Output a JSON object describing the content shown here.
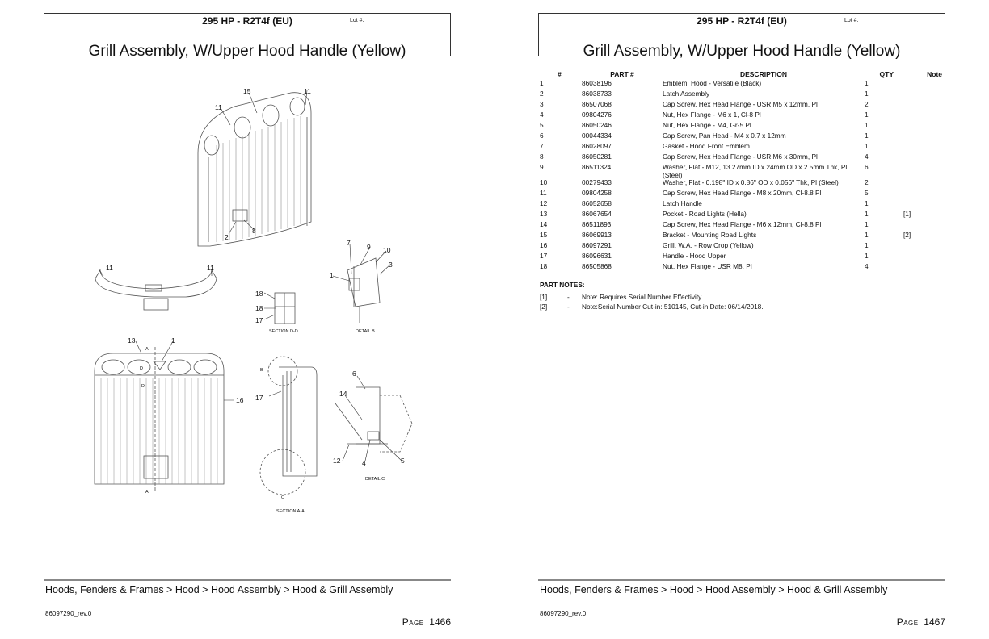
{
  "header": {
    "model": "295 HP - R2T4f (EU)",
    "lot_label": "Lot #:",
    "title": "Grill Assembly, W/Upper Hood Handle (Yellow)"
  },
  "footer": {
    "breadcrumb": "Hoods, Fenders & Frames > Hood > Hood Assembly > Hood & Grill Assembly",
    "doc_number": "86097290_rev.0",
    "page_label": "Page",
    "left_page": "1466",
    "right_page": "1467"
  },
  "drawing": {
    "callouts": [
      "15",
      "11",
      "11",
      "2",
      "8",
      "11",
      "11",
      "7",
      "9",
      "10",
      "3",
      "1",
      "18",
      "18",
      "17",
      "13",
      "1",
      "16",
      "17",
      "6",
      "14",
      "12",
      "4",
      "5"
    ],
    "view_labels": {
      "section_dd": "SECTION D-D",
      "detail_b": "DETAIL B",
      "section_aa": "SECTION A-A",
      "detail_c": "DETAIL C"
    },
    "letters": {
      "a": "A",
      "b": "B",
      "c": "C",
      "d": "D"
    }
  },
  "table": {
    "headers": {
      "num": "#",
      "part": "PART #",
      "desc": "DESCRIPTION",
      "qty": "QTY",
      "note": "Note"
    },
    "rows": [
      {
        "num": "1",
        "part": "86038196",
        "desc": "Emblem, Hood - Versatile (Black)",
        "qty": "1",
        "note": ""
      },
      {
        "num": "2",
        "part": "86038733",
        "desc": "Latch Assembly",
        "qty": "1",
        "note": ""
      },
      {
        "num": "3",
        "part": "86507068",
        "desc": "Cap Screw, Hex Head Flange - USR M5 x 12mm, Pl",
        "qty": "2",
        "note": ""
      },
      {
        "num": "4",
        "part": "09804276",
        "desc": "Nut, Hex Flange - M6 x 1, Cl-8 Pl",
        "qty": "1",
        "note": ""
      },
      {
        "num": "5",
        "part": "86050246",
        "desc": "Nut, Hex Flange - M4, Gr-5 Pl",
        "qty": "1",
        "note": ""
      },
      {
        "num": "6",
        "part": "00044334",
        "desc": "Cap Screw, Pan Head - M4 x 0.7 x 12mm",
        "qty": "1",
        "note": ""
      },
      {
        "num": "7",
        "part": "86028097",
        "desc": "Gasket - Hood Front Emblem",
        "qty": "1",
        "note": ""
      },
      {
        "num": "8",
        "part": "86050281",
        "desc": "Cap Screw, Hex Head Flange - USR M6 x 30mm, Pl",
        "qty": "4",
        "note": ""
      },
      {
        "num": "9",
        "part": "86511324",
        "desc": "Washer, Flat - M12, 13.27mm ID x 24mm OD x 2.5mm Thk, Pl (Steel)",
        "qty": "6",
        "note": ""
      },
      {
        "num": "10",
        "part": "00279433",
        "desc": "Washer, Flat - 0.198\" ID x 0.86\" OD x 0.056\" Thk, Pl (Steel)",
        "qty": "2",
        "note": ""
      },
      {
        "num": "11",
        "part": "09804258",
        "desc": "Cap Screw, Hex Head Flange - M8 x 20mm, Cl-8.8 Pl",
        "qty": "5",
        "note": ""
      },
      {
        "num": "12",
        "part": "86052658",
        "desc": "Latch Handle",
        "qty": "1",
        "note": ""
      },
      {
        "num": "13",
        "part": "86067654",
        "desc": "Pocket - Road Lights (Hella)",
        "qty": "1",
        "note": "[1]"
      },
      {
        "num": "14",
        "part": "86511893",
        "desc": "Cap Screw, Hex Head Flange - M6 x 12mm, Cl-8.8 Pl",
        "qty": "1",
        "note": ""
      },
      {
        "num": "15",
        "part": "86069913",
        "desc": "Bracket - Mounting Road Lights",
        "qty": "1",
        "note": "[2]"
      },
      {
        "num": "16",
        "part": "86097291",
        "desc": "Grill, W.A. - Row Crop (Yellow)",
        "qty": "1",
        "note": ""
      },
      {
        "num": "17",
        "part": "86096631",
        "desc": "Handle - Hood Upper",
        "qty": "1",
        "note": ""
      },
      {
        "num": "18",
        "part": "86505868",
        "desc": "Nut, Hex Flange - USR M8, Pl",
        "qty": "4",
        "note": ""
      }
    ]
  },
  "part_notes": {
    "heading": "PART NOTES:",
    "items": [
      {
        "ref": "[1]",
        "dash": "-",
        "text": "Note: Requires Serial Number Effectivity"
      },
      {
        "ref": "[2]",
        "dash": "-",
        "text": "Note:Serial Number Cut-in: 510145, Cut-in Date: 06/14/2018."
      }
    ]
  }
}
